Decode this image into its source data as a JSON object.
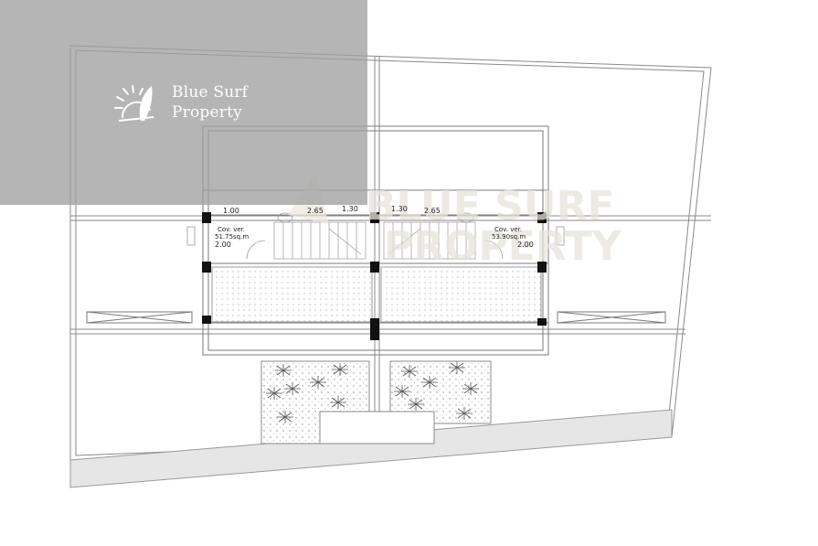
{
  "brand": {
    "name_line1": "Blue Surf",
    "name_line2": "Property",
    "watermark": "BLUE SURF PROPERTY",
    "icon": "sun-surfboard-icon"
  },
  "plan": {
    "left_unit": {
      "cover_label": "Cov. ver.",
      "cover_area": "51.75sq.m",
      "depth": "2.00",
      "width_a": "1.00",
      "width_b": "2.65",
      "width_c": "1.30"
    },
    "right_unit": {
      "cover_label": "Cov. ver.",
      "cover_area": "53.90sq.m",
      "depth": "2.00",
      "width_a": "1.30",
      "width_b": "2.65"
    }
  },
  "colors": {
    "line": "#7a7a7a",
    "column": "#111111",
    "ground_strip": "#e6e6e6",
    "overlay": "#a0a0a0"
  }
}
